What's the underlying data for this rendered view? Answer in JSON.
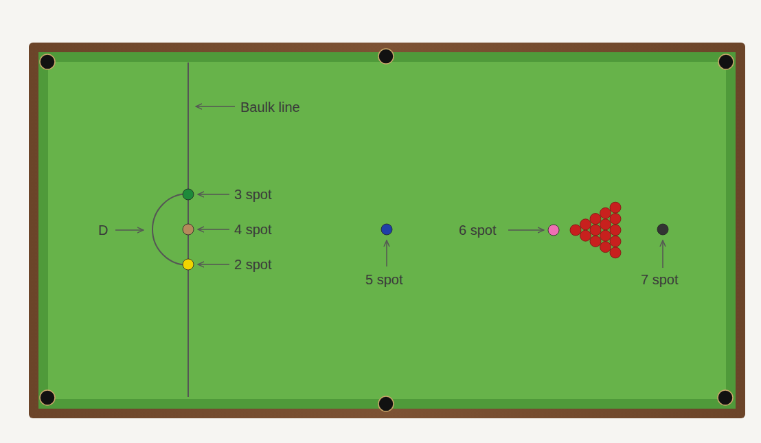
{
  "diagram": {
    "labels": [
      "Baulk line",
      "3 spot",
      "4 spot",
      "2 spot",
      "D",
      "5 spot",
      "6 spot",
      "7 spot"
    ]
  }
}
